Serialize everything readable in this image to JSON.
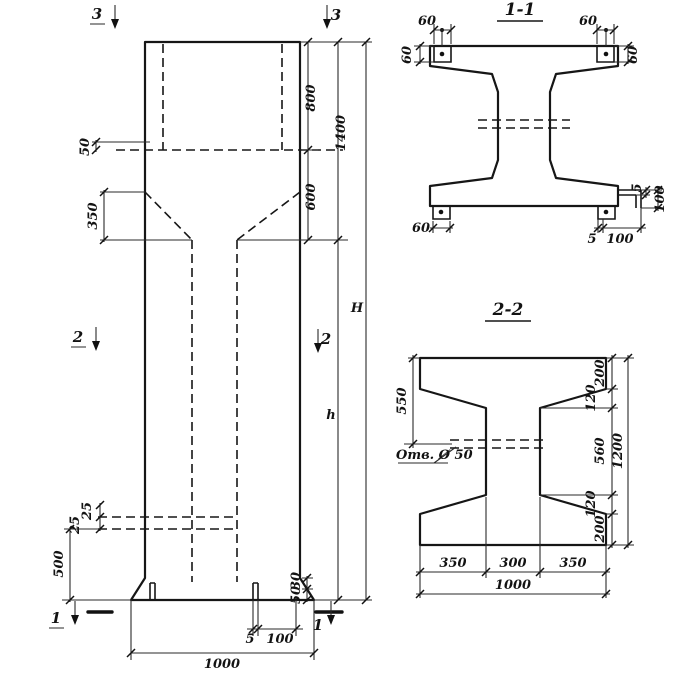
{
  "drawing": {
    "elevation": {
      "markers": {
        "top_left": "3",
        "top_right": "3",
        "mid_left": "2",
        "mid_right": "2",
        "bottom_left": "1",
        "bottom_right": "1"
      },
      "dims": {
        "plate_offset": "50",
        "taper": "350",
        "cap_top": "800",
        "cap_bottom": "600",
        "cap_total": "1400",
        "shaft_height": "h",
        "total_height": "H",
        "embed_a": "25",
        "embed_b": "25",
        "base": "500",
        "lip_a": "30",
        "lip_b": "50",
        "base_plate_t": "5",
        "base_plate_w": "100",
        "width": "1000"
      }
    },
    "section1": {
      "title": "1-1",
      "dims": {
        "top_left_w": "60",
        "top_left_h": "60",
        "top_right_w": "60",
        "top_right_h": "60",
        "bottom_left_w": "60",
        "bottom_right_t": "5",
        "bottom_right_w": "100",
        "right_t": "5",
        "right_h": "100"
      }
    },
    "section2": {
      "title": "2-2",
      "hole_label": "Отв. Ø 50",
      "dims": {
        "top_to_hole": "550",
        "flange_top": "200",
        "haunch_top": "120",
        "web": "560",
        "haunch_bottom": "120",
        "flange_bottom": "200",
        "height_total": "1200",
        "bottom_left": "350",
        "bottom_mid": "300",
        "bottom_right": "350",
        "width_total": "1000"
      }
    }
  }
}
